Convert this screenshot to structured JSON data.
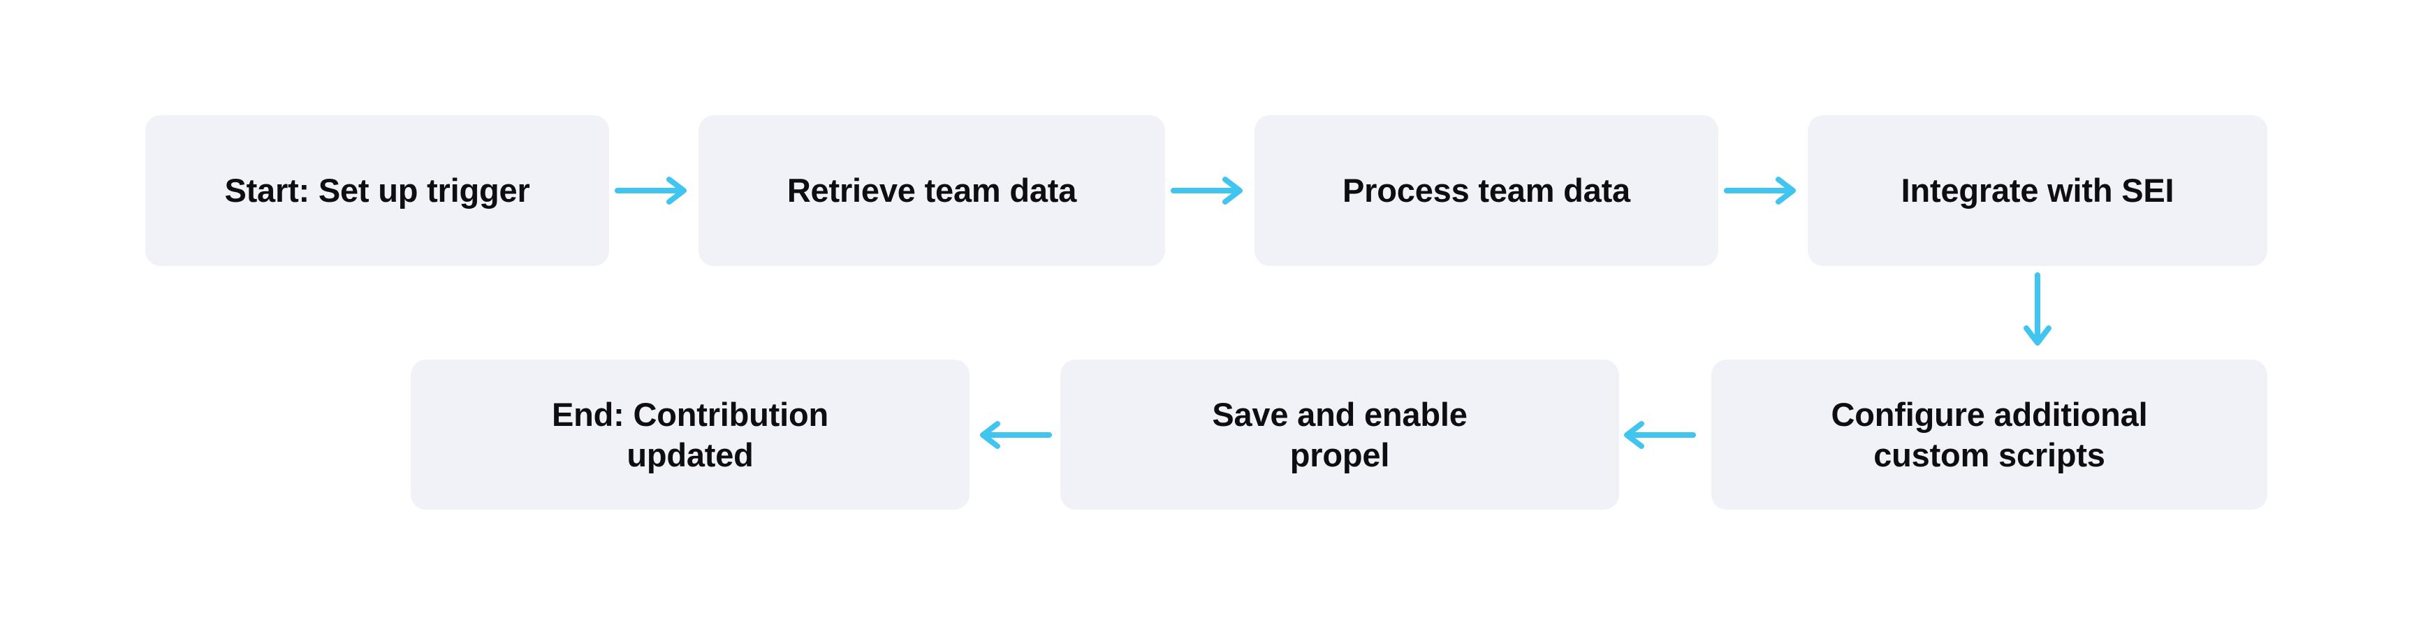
{
  "diagram": {
    "type": "flowchart",
    "title": "",
    "background_color": "#ffffff",
    "node_fill_color": "#f1f2f7",
    "node_text_color": "#0d0d12",
    "arrow_color": "#40c4f0",
    "nodes": [
      {
        "id": "start",
        "label": "Start: Set up trigger",
        "row": 1,
        "order": 1
      },
      {
        "id": "retrieve",
        "label": "Retrieve team data",
        "row": 1,
        "order": 2
      },
      {
        "id": "process",
        "label": "Process team data",
        "row": 1,
        "order": 3
      },
      {
        "id": "integrate",
        "label": "Integrate with SEI",
        "row": 1,
        "order": 4
      },
      {
        "id": "configure",
        "label": "Configure additional\ncustom scripts",
        "row": 2,
        "order": 1
      },
      {
        "id": "save",
        "label": "Save and enable\npropel",
        "row": 2,
        "order": 2
      },
      {
        "id": "end",
        "label": "End: Contribution\nupdated",
        "row": 2,
        "order": 3
      }
    ],
    "edges": [
      {
        "id": "e1",
        "from": "start",
        "to": "retrieve",
        "direction": "right"
      },
      {
        "id": "e2",
        "from": "retrieve",
        "to": "process",
        "direction": "right"
      },
      {
        "id": "e3",
        "from": "process",
        "to": "integrate",
        "direction": "right"
      },
      {
        "id": "e4",
        "from": "integrate",
        "to": "configure",
        "direction": "down"
      },
      {
        "id": "e5",
        "from": "configure",
        "to": "save",
        "direction": "left"
      },
      {
        "id": "e6",
        "from": "save",
        "to": "end",
        "direction": "left"
      }
    ]
  }
}
